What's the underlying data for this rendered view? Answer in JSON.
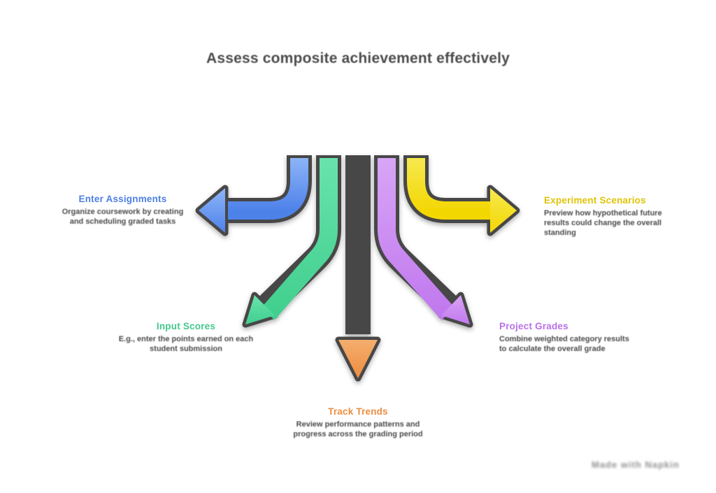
{
  "title": "Assess composite achievement effectively",
  "outline_color": "#474747",
  "watermark": "Made with Napkin",
  "nodes": [
    {
      "id": "enter-assignments",
      "label": "Enter Assignments",
      "label_color": "#4d7fe3",
      "color": "#4e82ea",
      "color_light": "#8cb4f7",
      "description": "Organize coursework by creating and scheduling graded tasks"
    },
    {
      "id": "experiment-scenarios",
      "label": "Experiment Scenarios",
      "label_color": "#e0c307",
      "color": "#f3d703",
      "color_light": "#f6e94e",
      "description": "Preview how hypothetical future results could change the overall standing"
    },
    {
      "id": "input-scores",
      "label": "Input Scores",
      "label_color": "#42c98c",
      "color": "#41cf8e",
      "color_light": "#69e2ac",
      "description": "E.g., enter the points earned on each student submission"
    },
    {
      "id": "project-grades",
      "label": "Project Grades",
      "label_color": "#b96fe8",
      "color": "#c078ee",
      "color_light": "#d8a5f6",
      "description": "Combine weighted category results to calculate the overall grade"
    },
    {
      "id": "track-trends",
      "label": "Track Trends",
      "label_color": "#ec8e3f",
      "color": "#ee8d3f",
      "color_light": "#f4ae6e",
      "description": "Review performance patterns and progress across the grading period"
    }
  ]
}
